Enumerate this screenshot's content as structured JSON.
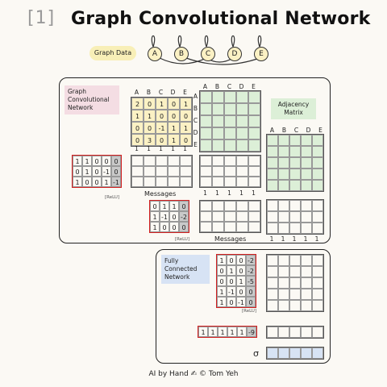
{
  "header": {
    "step": "[1]",
    "title": "Graph Convolutional Network"
  },
  "graph": {
    "label": "Graph Data",
    "nodes": [
      "A",
      "B",
      "C",
      "D",
      "E"
    ]
  },
  "gcn": {
    "label": "Graph Convolutional Network",
    "node_cols": [
      "A",
      "B",
      "C",
      "D",
      "E"
    ],
    "features": [
      [
        2,
        0,
        1,
        0,
        1
      ],
      [
        1,
        1,
        0,
        0,
        0
      ],
      [
        0,
        0,
        -1,
        1,
        1
      ],
      [
        0,
        3,
        0,
        1,
        0
      ]
    ],
    "ones_row": [
      "1",
      "1",
      "1",
      "1",
      "1"
    ],
    "weights1": [
      [
        "1",
        "1",
        "0",
        "0",
        "0"
      ],
      [
        "0",
        "1",
        "0",
        "-1",
        "0"
      ],
      [
        "1",
        "0",
        "0",
        "1",
        "-1"
      ]
    ],
    "weights2": [
      [
        "0",
        "1",
        "1",
        "0"
      ],
      [
        "1",
        "-1",
        "0",
        "-2"
      ],
      [
        "1",
        "0",
        "0",
        "0"
      ]
    ],
    "relu": "[ReLU]",
    "messages": "Messages"
  },
  "adjacency": {
    "label": "Adjacency Matrix",
    "cols": [
      "A",
      "B",
      "C",
      "D",
      "E"
    ],
    "rows": [
      "A",
      "B",
      "C",
      "D",
      "E"
    ],
    "ones_row": [
      "1",
      "1",
      "1",
      "1",
      "1"
    ]
  },
  "fcn": {
    "label": "Fully Connected Network",
    "weights": [
      [
        "1",
        "0",
        "0",
        "-2"
      ],
      [
        "0",
        "1",
        "0",
        "-2"
      ],
      [
        "0",
        "0",
        "1",
        "-5"
      ],
      [
        "1",
        "-1",
        "0",
        "0"
      ],
      [
        "1",
        "0",
        "-1",
        "0"
      ]
    ],
    "relu": "[ReLU]",
    "out_weights": [
      "1",
      "1",
      "1",
      "1",
      "1",
      "-9"
    ],
    "sigma": "σ"
  },
  "footer": {
    "text": "AI by Hand ✍ © Tom Yeh"
  }
}
